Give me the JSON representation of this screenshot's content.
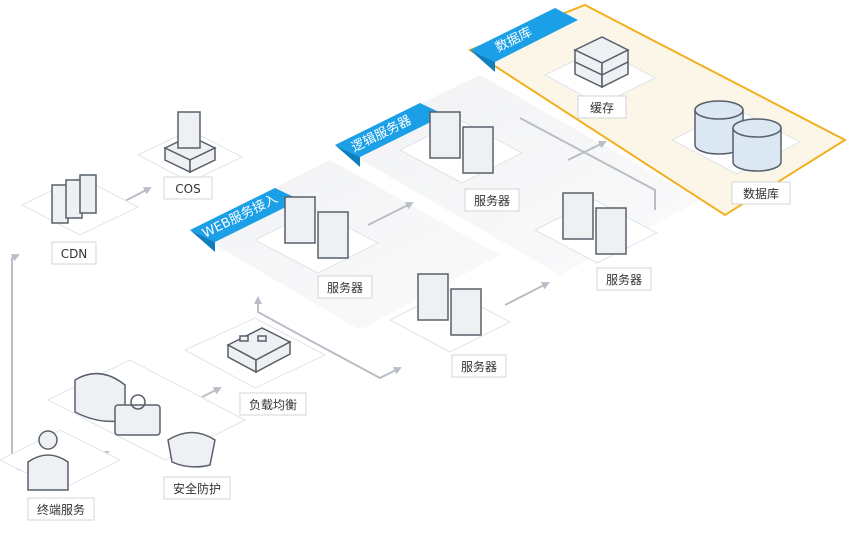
{
  "colors": {
    "background": "#ffffff",
    "platform_top": "#ffffff",
    "platform_stroke": "#d9dde3",
    "zone_fill": "#f2f3f5",
    "arrow": "#b9bec6",
    "banner_blue": "#1ba0e8",
    "db_zone_fill": "#fbf6e8",
    "db_zone_border": "#f2b01e",
    "icon_fill": "#eef0f3",
    "icon_stroke": "#58606b",
    "db_icon_fill": "#dbe8f3"
  },
  "banners": {
    "web": "WEB服务接入",
    "logic": "逻辑服务器",
    "db": "数据库"
  },
  "labels": {
    "terminal": "终端服务",
    "security": "安全防护",
    "load_balance": "负载均衡",
    "cdn": "CDN",
    "cos": "COS",
    "web_server": "服务器",
    "web_server_2": "服务器",
    "logic_server_1": "服务器",
    "logic_server_2": "服务器",
    "cache": "缓存",
    "database": "数据库"
  },
  "icons": {
    "terminal": "user-icon",
    "security": "shield-lock-icon",
    "load_balance": "load-balancer-icon",
    "cdn": "cdn-server-icon",
    "cos": "object-storage-icon",
    "server": "server-tower-icon",
    "cache": "cache-stack-icon",
    "database": "database-cylinder-icon"
  }
}
